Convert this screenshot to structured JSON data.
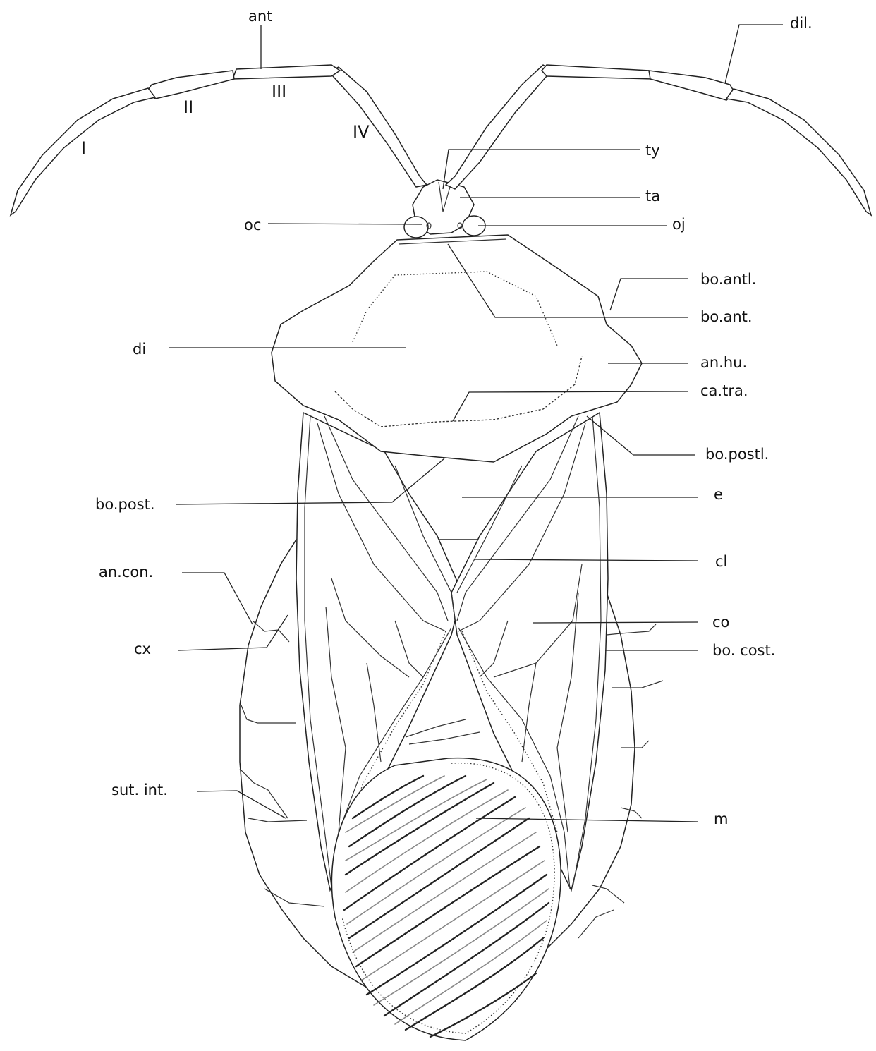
{
  "labels": {
    "ant": "ant",
    "dil": "dil.",
    "seg_I": "I",
    "seg_II": "II",
    "seg_III": "III",
    "seg_IV": "IV",
    "ty": "ty",
    "ta": "ta",
    "oc": "oc",
    "oj": "oj",
    "bo_antl": "bo.antl.",
    "bo_ant": "bo.ant.",
    "di": "di",
    "an_hu": "an.hu.",
    "ca_tra": "ca.tra.",
    "bo_postl": "bo.postl.",
    "bo_post": "bo.post.",
    "e": "e",
    "an_con": "an.con.",
    "cl": "cl",
    "cx": "cx",
    "co": "co",
    "bo_cost": "bo. cost.",
    "sut_int": "sut. int.",
    "m": "m"
  },
  "colors": {
    "line": "#222222",
    "text": "#111111",
    "background": "#ffffff"
  }
}
